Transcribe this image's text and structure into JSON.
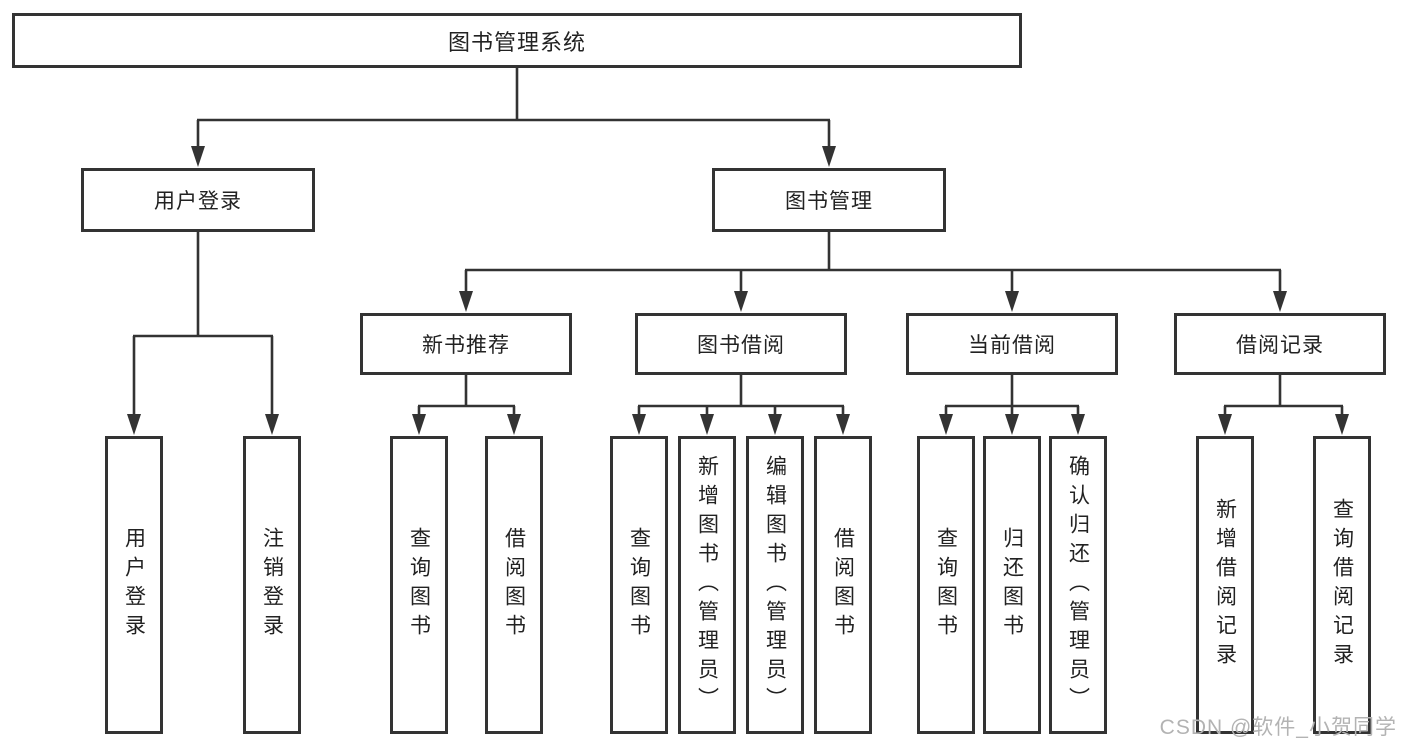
{
  "diagram": {
    "type": "tree",
    "root": {
      "label": "图书管理系统"
    },
    "branches": [
      {
        "label": "用户登录",
        "children": [
          {
            "label": "用户登录"
          },
          {
            "label": "注销登录"
          }
        ]
      },
      {
        "label": "图书管理",
        "children": [
          {
            "label": "新书推荐",
            "children": [
              {
                "label": "查询图书"
              },
              {
                "label": "借阅图书"
              }
            ]
          },
          {
            "label": "图书借阅",
            "children": [
              {
                "label": "查询图书"
              },
              {
                "label": "新增图书（管理员）"
              },
              {
                "label": "编辑图书（管理员）"
              },
              {
                "label": "借阅图书"
              }
            ]
          },
          {
            "label": "当前借阅",
            "children": [
              {
                "label": "查询图书"
              },
              {
                "label": "归还图书"
              },
              {
                "label": "确认归还（管理员）"
              }
            ]
          },
          {
            "label": "借阅记录",
            "children": [
              {
                "label": "新增借阅记录"
              },
              {
                "label": "查询借阅记录"
              }
            ]
          }
        ]
      }
    ],
    "watermark": "CSDN @软件_小贺同学",
    "colors": {
      "line": "#333333",
      "border": "#333333",
      "text": "#222222",
      "watermark_text": "#b3b3b3",
      "background": "#ffffff"
    }
  }
}
